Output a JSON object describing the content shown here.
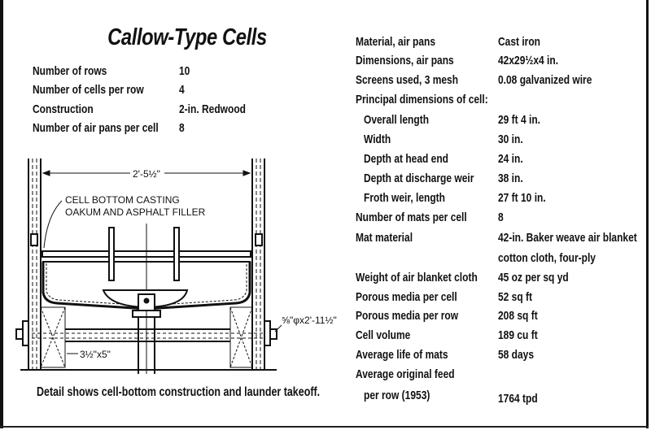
{
  "title": "Callow-Type Cells",
  "left_specs": [
    {
      "label": "Number of rows",
      "value": "10"
    },
    {
      "label": "Number of cells per row",
      "value": "4"
    },
    {
      "label": "Construction",
      "value": "2-in. Redwood"
    },
    {
      "label": "Number of air pans per cell",
      "value": "8"
    }
  ],
  "right_specs": [
    {
      "label": "Material, air pans",
      "value": "Cast iron"
    },
    {
      "label": "Dimensions, air pans",
      "value": "42x29½x4 in."
    },
    {
      "label": "Screens used, 3 mesh",
      "value": "0.08 galvanized wire"
    },
    {
      "label": "Principal dimensions of cell:",
      "value": ""
    },
    {
      "label": "Overall length",
      "value": "29 ft 4 in."
    },
    {
      "label": "Width",
      "value": "30 in."
    },
    {
      "label": "Depth at head end",
      "value": "24 in."
    },
    {
      "label": "Depth at discharge weir",
      "value": "38 in."
    },
    {
      "label": "Froth weir, length",
      "value": "27 ft 10 in."
    },
    {
      "label": "Number of mats per cell",
      "value": "8"
    },
    {
      "label": "Mat material",
      "value": "42-in. Baker weave air blanket"
    },
    {
      "label": "",
      "value": "cotton cloth, four-ply"
    },
    {
      "label": "Weight of air blanket cloth",
      "value": "45 oz per sq yd"
    },
    {
      "label": "Porous media per cell",
      "value": "52 sq ft"
    },
    {
      "label": "Porous media per row",
      "value": "208 sq ft"
    },
    {
      "label": "Cell volume",
      "value": "189 cu ft"
    },
    {
      "label": "Average life of mats",
      "value": "58 days"
    },
    {
      "label": "Average original feed",
      "value": ""
    },
    {
      "label": "per row (1953)",
      "value": "1764 tpd"
    }
  ],
  "drawing": {
    "dimension_width": "2'-5½\"",
    "note_line1": "CELL BOTTOM CASTING",
    "note_line2": "OAKUM AND ASPHALT FILLER",
    "block_size": "3½\"x5\"",
    "bolt_size": "⅝\"φx2'-11½\""
  },
  "caption": "Detail shows cell-bottom construction and launder takeoff."
}
